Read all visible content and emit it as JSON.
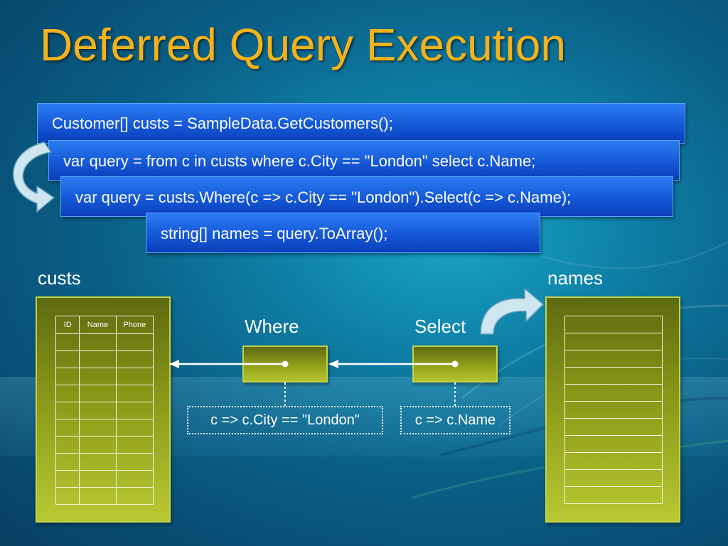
{
  "title": "Deferred Query Execution",
  "code_lines": [
    "Customer[] custs = SampleData.GetCustomers();",
    "var query = from c in custs where c.City == \"London\" select c.Name;",
    "var query = custs.Where(c => c.City == \"London\").Select(c => c.Name);",
    "string[] names = query.ToArray();"
  ],
  "custs": {
    "label": "custs",
    "columns": [
      "ID",
      "Name",
      "Phone"
    ],
    "empty_rows": 10
  },
  "names": {
    "label": "names",
    "empty_rows": 11
  },
  "operators": {
    "where": {
      "label": "Where",
      "lambda": "c => c.City == \"London\""
    },
    "select": {
      "label": "Select",
      "lambda": "c => c.Name"
    }
  },
  "colors": {
    "title": "#f5b21a",
    "code_box": "#1558d8",
    "panel": "#8a9818",
    "panel_border": "#c5d34a",
    "arrow": "#ffffff",
    "curved_arrow": "#cfe6f0"
  }
}
